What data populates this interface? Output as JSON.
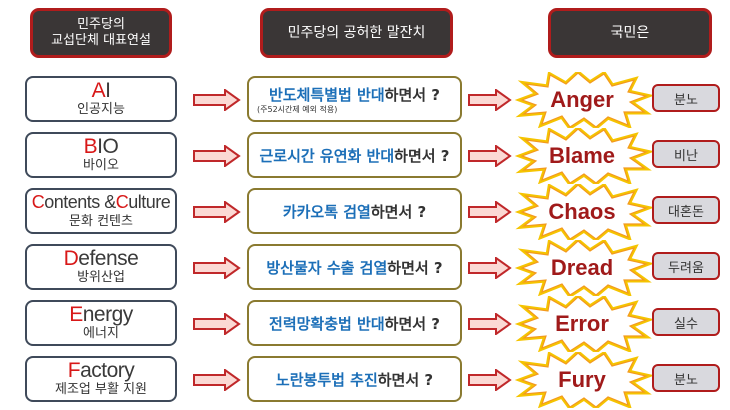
{
  "headers": {
    "col1_line1": "민주당의",
    "col1_line2": "교섭단체 대표연설",
    "col2": "민주당의 공허한 말잔치",
    "col3": "국민은"
  },
  "rows": [
    {
      "initial": "A",
      "rest": "I",
      "ko": "인공지능",
      "hl": "반도체특별법 반대",
      "tail": "하면서 ?",
      "note": "(주52시간제 예외 적용)",
      "emotion": "Anger",
      "emotion_ko": "분노"
    },
    {
      "initial": "B",
      "rest": "IO",
      "ko": "바이오",
      "hl": "근로시간 유연화 반대",
      "tail": "하면서 ?",
      "note": "",
      "emotion": "Blame",
      "emotion_ko": "비난"
    },
    {
      "initial": "C",
      "rest": "ontents &",
      "initial2": "C",
      "rest2": "ulture",
      "ko": "문화 컨텐츠",
      "hl": "카카오톡 검열",
      "tail": "하면서 ?",
      "note": "",
      "emotion": "Chaos",
      "emotion_ko": "대혼돈"
    },
    {
      "initial": "D",
      "rest": "efense",
      "ko": "방위산업",
      "hl": "방산물자 수출 검열",
      "tail": "하면서 ?",
      "note": "",
      "emotion": "Dread",
      "emotion_ko": "두려움"
    },
    {
      "initial": "E",
      "rest": "nergy",
      "ko": "에너지",
      "hl": "전력망확충법 반대",
      "tail": "하면서 ?",
      "note": "",
      "emotion": "Error",
      "emotion_ko": "실수"
    },
    {
      "initial": "F",
      "rest": "actory",
      "ko": "제조업 부활 지원",
      "hl": "노란봉투법 추진",
      "tail": "하면서 ?",
      "note": "",
      "emotion": "Fury",
      "emotion_ko": "분노"
    }
  ],
  "colors": {
    "header_bg": "#3a3636",
    "header_border": "#b01c1c",
    "highlight": "#1c6fb8",
    "initial": "#d81818",
    "emotion": "#a01a1a"
  }
}
